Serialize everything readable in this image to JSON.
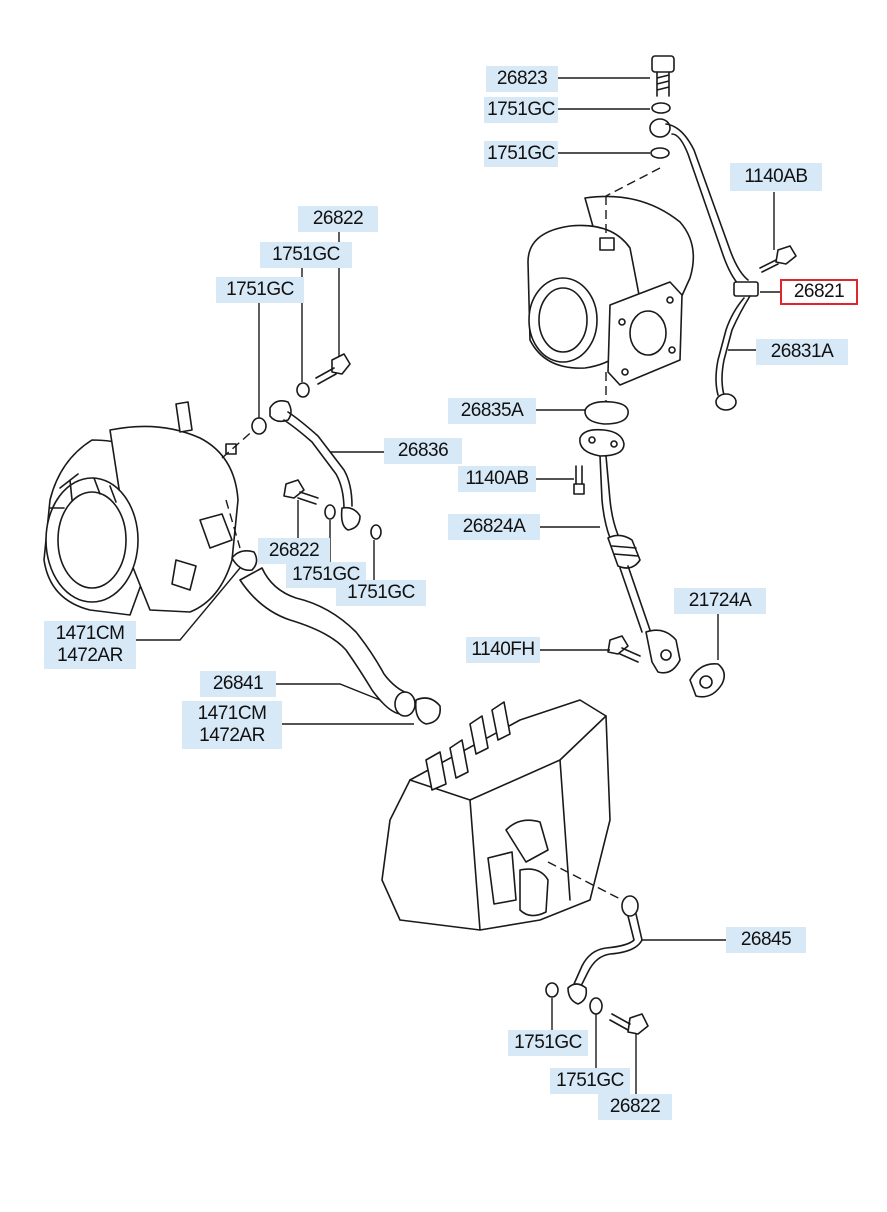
{
  "labels": {
    "p26823": "26823",
    "p1751gc_a": "1751GC",
    "p1751gc_b": "1751GC",
    "p1140ab_a": "1140AB",
    "p26821": "26821",
    "p26831a": "26831A",
    "p26822_a": "26822",
    "p1751gc_c": "1751GC",
    "p1751gc_d": "1751GC",
    "p26836": "26836",
    "p26835a": "26835A",
    "p1140ab_b": "1140AB",
    "p26824a": "26824A",
    "p26822_b": "26822",
    "p1751gc_e": "1751GC",
    "p1751gc_f": "1751GC",
    "p21724a": "21724A",
    "p1471cm_a": "1471CM",
    "p1472ar_a": "1472AR",
    "p1140fh": "1140FH",
    "p26841": "26841",
    "p1471cm_b": "1471CM",
    "p1472ar_b": "1472AR",
    "p26845": "26845",
    "p1751gc_g": "1751GC",
    "p1751gc_h": "1751GC",
    "p26822_c": "26822"
  },
  "highlight_color": "#e0262d",
  "label_bg_color": "#d7e8f7"
}
